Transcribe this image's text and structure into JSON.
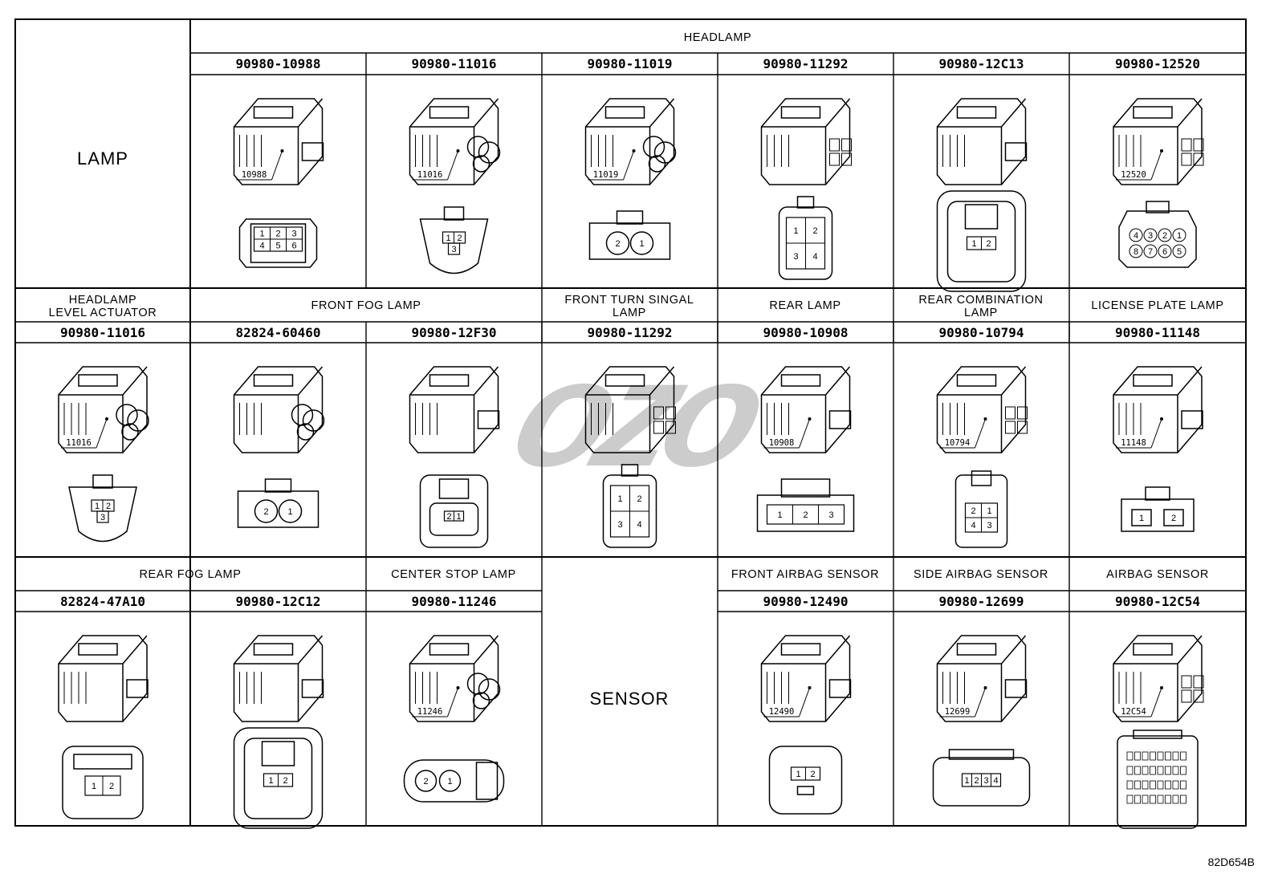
{
  "rows": [
    {
      "category": "LAMP",
      "cols": [
        {
          "part": "90980-10988",
          "tag": "10988",
          "pins": [
            "1",
            "2",
            "3",
            "4",
            "5",
            "6"
          ],
          "view": "hex6"
        },
        {
          "part": "90980-11016",
          "tag": "11016",
          "pins": [
            "1",
            "2",
            "3"
          ],
          "view": "tri3"
        },
        {
          "part": "90980-11019",
          "tag": "11019",
          "pins": [
            "2",
            "1"
          ],
          "view": "round2"
        },
        {
          "part": "90980-11292",
          "tag": "",
          "pins": [
            "1",
            "2",
            "3",
            "4"
          ],
          "view": "quad4"
        },
        {
          "part": "90980-12C13",
          "tag": "",
          "pins": [
            "1",
            "2"
          ],
          "view": "big2"
        },
        {
          "part": "90980-12520",
          "tag": "12520",
          "pins": [
            "4",
            "3",
            "2",
            "1",
            "8",
            "7",
            "6",
            "5"
          ],
          "view": "oct8"
        }
      ],
      "group_headers": [
        {
          "label": "HEADLAMP"
        }
      ]
    },
    {
      "headers": [
        {
          "label": "HEADLAMP\nLEVEL ACTUATOR",
          "line1": "HEADLAMP",
          "line2": "LEVEL ACTUATOR"
        },
        {
          "label": "FRONT FOG LAMP"
        },
        {
          "label": "FRONT TURN SINGAL LAMP",
          "line1": "FRONT TURN SINGAL",
          "line2": "LAMP"
        },
        {
          "label": "REAR LAMP"
        },
        {
          "label": "REAR COMBINATION LAMP",
          "line1": "REAR COMBINATION",
          "line2": "LAMP"
        },
        {
          "label": "LICENSE PLATE LAMP"
        }
      ],
      "cols": [
        {
          "part": "90980-11016",
          "tag": "11016",
          "pins": [
            "1",
            "2",
            "3"
          ],
          "view": "tri3"
        },
        {
          "part": "82824-60460",
          "tag": "",
          "pins": [
            "2",
            "1"
          ],
          "view": "round2"
        },
        {
          "part": "90980-12F30",
          "tag": "",
          "pins": [
            "2",
            "1"
          ],
          "view": "small2"
        },
        {
          "part": "90980-11292",
          "tag": "",
          "pins": [
            "1",
            "2",
            "3",
            "4"
          ],
          "view": "quad4"
        },
        {
          "part": "90980-10908",
          "tag": "10908",
          "pins": [
            "1",
            "2",
            "3"
          ],
          "view": "row3"
        },
        {
          "part": "90980-10794",
          "tag": "10794",
          "pins": [
            "2",
            "1",
            "4",
            "3"
          ],
          "view": "grid4"
        },
        {
          "part": "90980-11148",
          "tag": "11148",
          "pins": [
            "1",
            "2"
          ],
          "view": "flat2"
        }
      ]
    },
    {
      "headers": [
        {
          "label": "REAR FOG LAMP"
        },
        {
          "label": "CENTER STOP LAMP"
        },
        {
          "label": "FRONT AIRBAG SENSOR"
        },
        {
          "label": "SIDE AIRBAG SENSOR"
        },
        {
          "label": "AIRBAG SENSOR"
        }
      ],
      "category": "SENSOR",
      "cols": [
        {
          "part": "82824-47A10",
          "tag": "",
          "pins": [
            "1",
            "2"
          ],
          "view": "box2"
        },
        {
          "part": "90980-12C12",
          "tag": "",
          "pins": [
            "1",
            "2"
          ],
          "view": "big2"
        },
        {
          "part": "90980-11246",
          "tag": "11246",
          "pins": [
            "2",
            "1"
          ],
          "view": "side2"
        },
        {
          "part": "90980-12490",
          "tag": "12490",
          "pins": [
            "1",
            "2"
          ],
          "view": "airbag2"
        },
        {
          "part": "90980-12699",
          "tag": "12699",
          "pins": [
            "1",
            "2",
            "3",
            "4"
          ],
          "view": "row4"
        },
        {
          "part": "90980-12C54",
          "tag": "12C54",
          "pins": [],
          "view": "multi"
        }
      ]
    }
  ],
  "figure_code": "82D654B",
  "watermark": "ozo"
}
